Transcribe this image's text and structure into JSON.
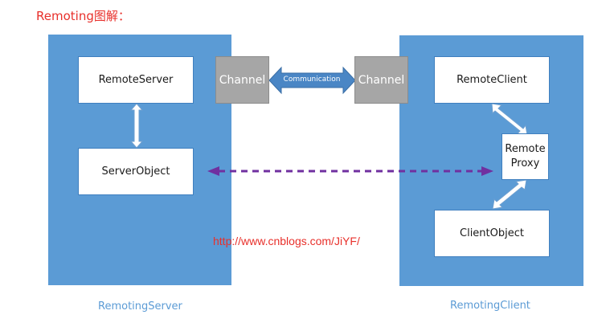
{
  "title": "Remoting图解：",
  "server": {
    "caption": "RemotingServer",
    "remote_server": "RemoteServer",
    "server_object": "ServerObject"
  },
  "client": {
    "caption": "RemotingClient",
    "remote_client": "RemoteClient",
    "remote_proxy_line1": "Remote",
    "remote_proxy_line2": "Proxy",
    "client_object": "ClientObject"
  },
  "channel_left": "Channel",
  "channel_right": "Channel",
  "communication": "Communication",
  "url": "http://www.cnblogs.com/JiYF/",
  "colors": {
    "panel": "#5b9bd5",
    "channel": "#a6a6a6",
    "comm_arrow": "#4a86c5",
    "dashed_arrow": "#7030a0",
    "title": "#e8302b"
  }
}
